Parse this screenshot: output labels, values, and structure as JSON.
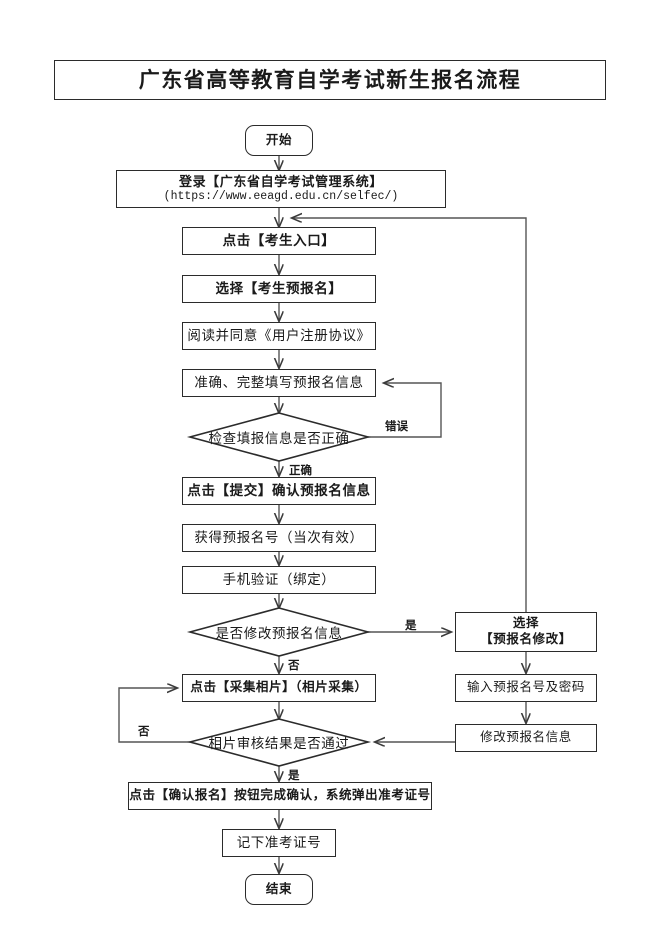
{
  "title": "广东省高等教育自学考试新生报名流程",
  "chart_data": {
    "type": "diagram",
    "title": "广东省高等教育自学考试新生报名流程",
    "orientation": "top-to-bottom",
    "nodes": [
      {
        "id": "start",
        "shape": "terminal",
        "label": "开始"
      },
      {
        "id": "login",
        "shape": "process",
        "label": "登录【广东省自学考试管理系统】",
        "sublabel": "(https://www.eeagd.edu.cn/selfec/)"
      },
      {
        "id": "entry",
        "shape": "process",
        "label": "点击【考生入口】"
      },
      {
        "id": "preregister",
        "shape": "process",
        "label": "选择【考生预报名】"
      },
      {
        "id": "agreement",
        "shape": "process",
        "label": "阅读并同意《用户注册协议》"
      },
      {
        "id": "fillinfo",
        "shape": "process",
        "label": "准确、完整填写预报名信息"
      },
      {
        "id": "checkinfo",
        "shape": "decision",
        "label": "检查填报信息是否正确"
      },
      {
        "id": "submit",
        "shape": "process",
        "label": "点击【提交】确认预报名信息"
      },
      {
        "id": "getnumber",
        "shape": "process",
        "label": "获得预报名号（当次有效）"
      },
      {
        "id": "phoneverify",
        "shape": "process",
        "label": "手机验证（绑定）"
      },
      {
        "id": "modifyq",
        "shape": "decision",
        "label": "是否修改预报名信息"
      },
      {
        "id": "selectmod",
        "shape": "process",
        "label": "选择",
        "sublabel": "【预报名修改】"
      },
      {
        "id": "inputnumber",
        "shape": "process",
        "label": "输入预报名号及密码"
      },
      {
        "id": "modifyinfo",
        "shape": "process",
        "label": "修改预报名信息"
      },
      {
        "id": "photo",
        "shape": "process",
        "label": "点击【采集相片】（相片采集）"
      },
      {
        "id": "photoq",
        "shape": "decision",
        "label": "相片审核结果是否通过"
      },
      {
        "id": "confirm",
        "shape": "process",
        "label": "点击【确认报名】按钮完成确认，系统弹出准考证号"
      },
      {
        "id": "writedown",
        "shape": "process",
        "label": "记下准考证号"
      },
      {
        "id": "end",
        "shape": "terminal",
        "label": "结束"
      }
    ],
    "edges": [
      {
        "from": "start",
        "to": "login",
        "label": ""
      },
      {
        "from": "login",
        "to": "entry",
        "label": ""
      },
      {
        "from": "entry",
        "to": "preregister",
        "label": ""
      },
      {
        "from": "preregister",
        "to": "agreement",
        "label": ""
      },
      {
        "from": "agreement",
        "to": "fillinfo",
        "label": ""
      },
      {
        "from": "fillinfo",
        "to": "checkinfo",
        "label": ""
      },
      {
        "from": "checkinfo",
        "to": "fillinfo",
        "label": "错误"
      },
      {
        "from": "checkinfo",
        "to": "submit",
        "label": "正确"
      },
      {
        "from": "submit",
        "to": "getnumber",
        "label": ""
      },
      {
        "from": "getnumber",
        "to": "phoneverify",
        "label": ""
      },
      {
        "from": "phoneverify",
        "to": "modifyq",
        "label": ""
      },
      {
        "from": "modifyq",
        "to": "selectmod",
        "label": "是"
      },
      {
        "from": "modifyq",
        "to": "photo",
        "label": "否"
      },
      {
        "from": "selectmod",
        "to": "inputnumber",
        "label": ""
      },
      {
        "from": "inputnumber",
        "to": "modifyinfo",
        "label": ""
      },
      {
        "from": "modifyinfo",
        "to": "photoq",
        "label": ""
      },
      {
        "from": "selectmod",
        "to": "entry",
        "label": ""
      },
      {
        "from": "photo",
        "to": "photoq",
        "label": ""
      },
      {
        "from": "photoq",
        "to": "photo",
        "label": "否"
      },
      {
        "from": "photoq",
        "to": "confirm",
        "label": "是"
      },
      {
        "from": "confirm",
        "to": "writedown",
        "label": ""
      },
      {
        "from": "writedown",
        "to": "end",
        "label": ""
      }
    ],
    "edge_labels": {
      "error": "错误",
      "correct": "正确",
      "yes_modify": "是",
      "no_modify": "否",
      "no_photo": "否",
      "yes_photo": "是"
    },
    "colors": {
      "stroke": "#2b2b2b",
      "line": "#555555",
      "background": "#ffffff",
      "text": "#1a1a1a"
    }
  }
}
